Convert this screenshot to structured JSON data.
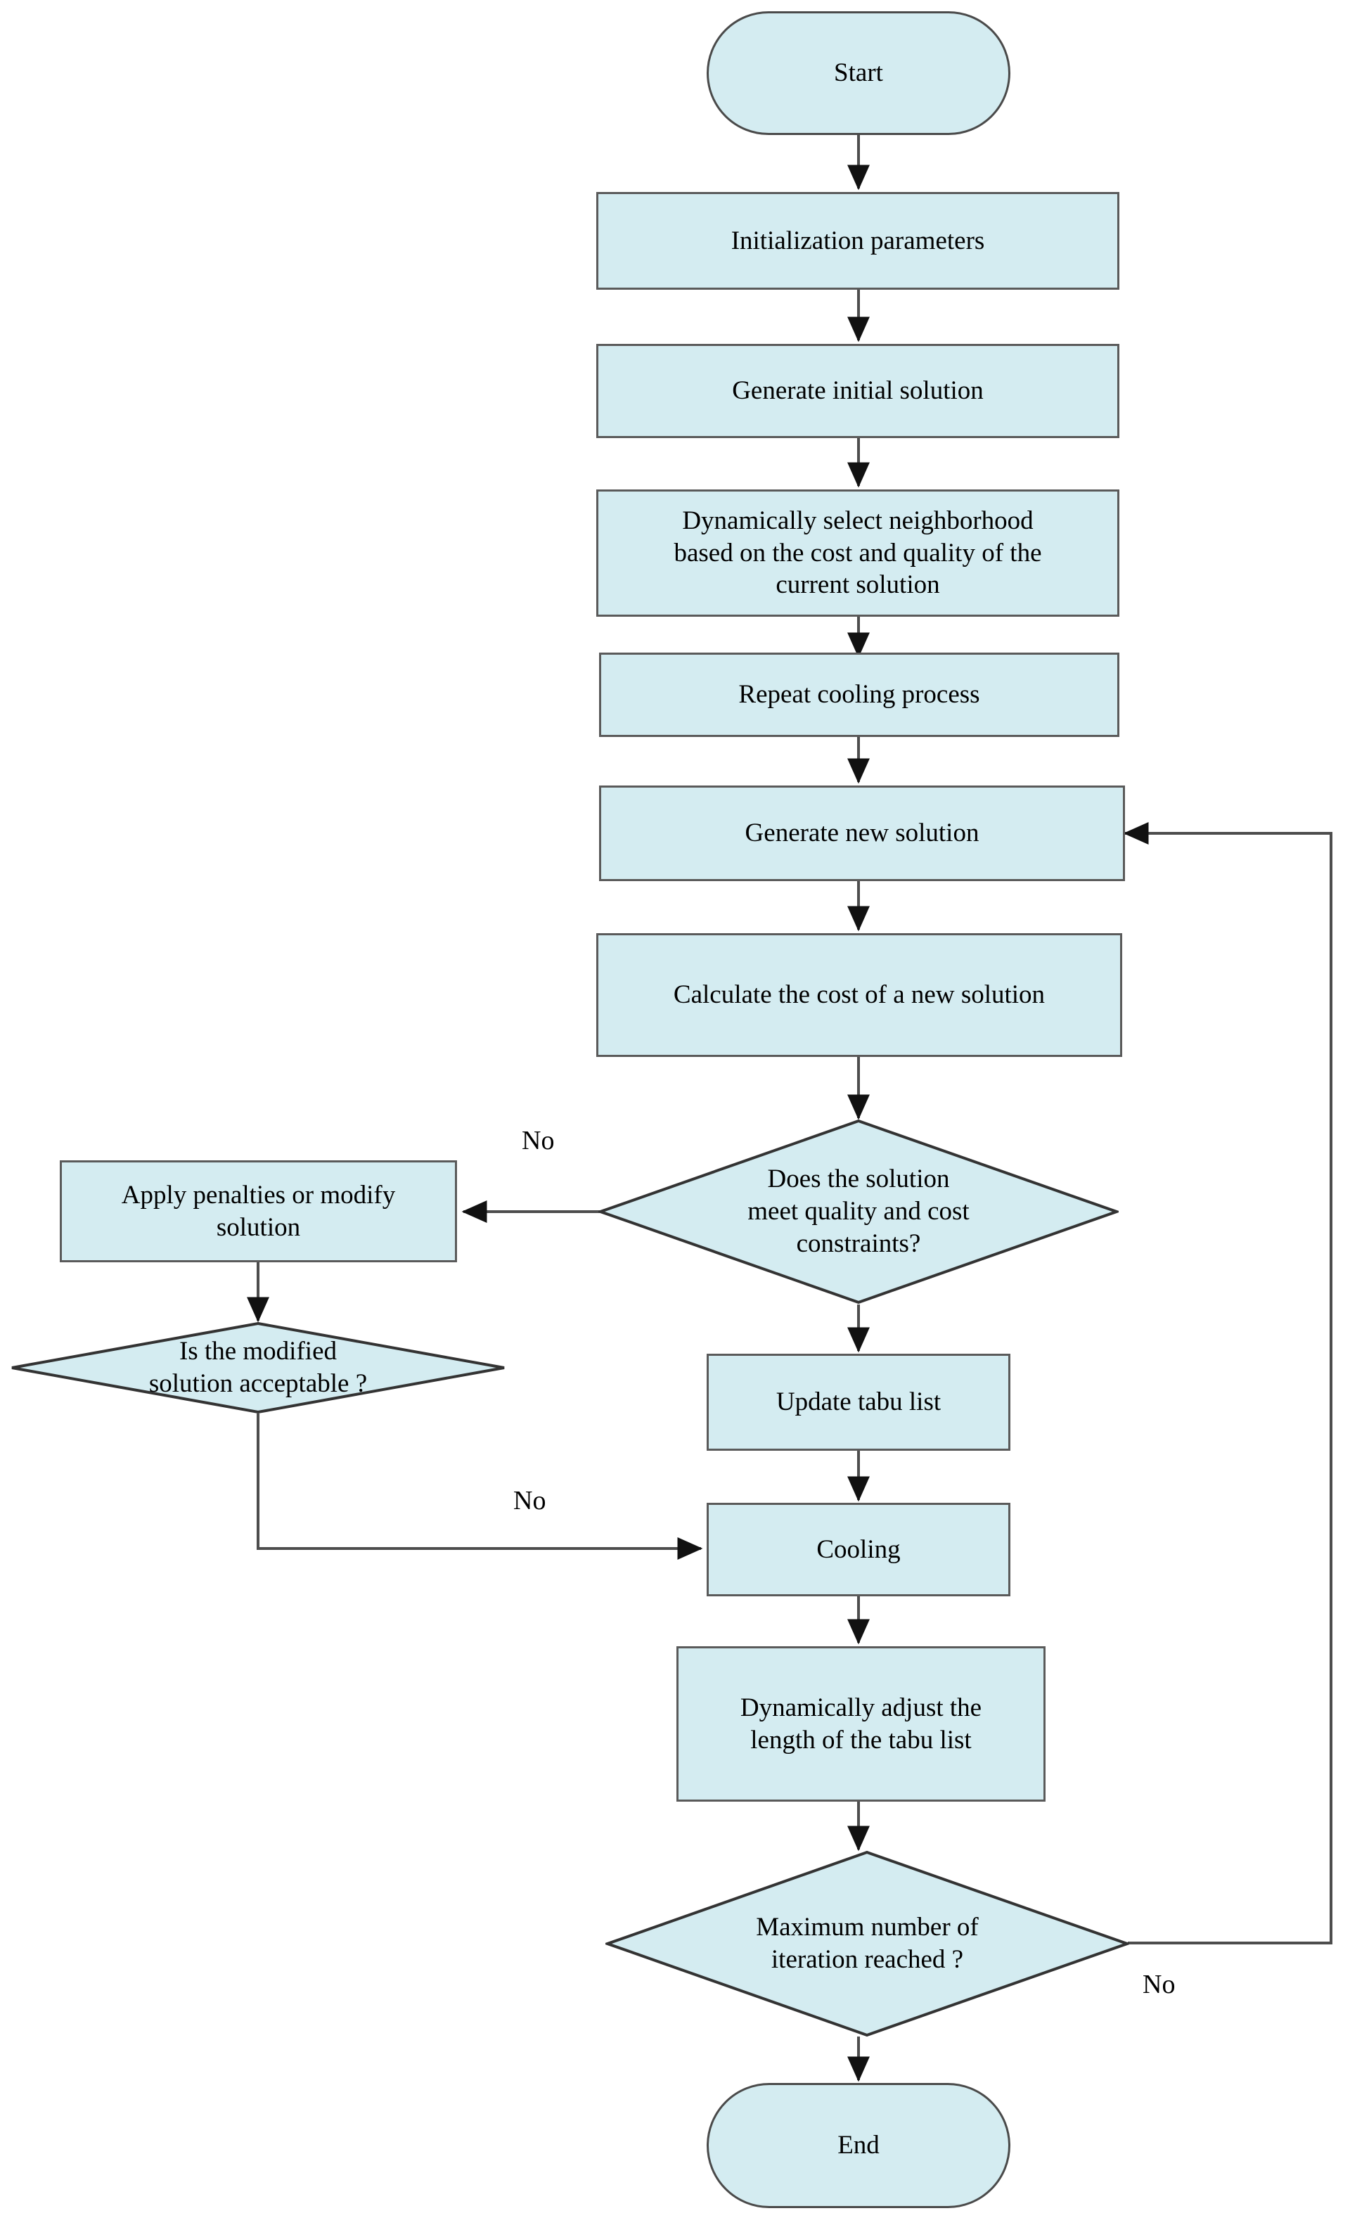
{
  "diagram": {
    "title": "Hybrid Simulated Annealing Tabu Search Flowchart",
    "colors": {
      "node_fill": "#d4ecf1",
      "node_stroke": "#5a5a5a",
      "edge_stroke": "#4d4d4d",
      "text": "#000000",
      "background": "#ffffff"
    },
    "nodes": [
      {
        "id": "start",
        "shape": "terminator",
        "label": "Start"
      },
      {
        "id": "init",
        "shape": "process",
        "label": "Initialization parameters"
      },
      {
        "id": "gen_init",
        "shape": "process",
        "label": "Generate initial solution"
      },
      {
        "id": "dyn_neigh",
        "shape": "process",
        "label": "Dynamically select neighborhood\nbased on the cost and quality of the\ncurrent solution"
      },
      {
        "id": "repeat_cool",
        "shape": "process",
        "label": "Repeat cooling process"
      },
      {
        "id": "gen_new",
        "shape": "process",
        "label": "Generate new solution"
      },
      {
        "id": "calc_cost",
        "shape": "process",
        "label": "Calculate the cost of a new solution"
      },
      {
        "id": "constraints",
        "shape": "decision",
        "label": "Does the solution\nmeet quality and cost\nconstraints?"
      },
      {
        "id": "penalties",
        "shape": "process",
        "label": "Apply penalties or modify\nsolution"
      },
      {
        "id": "modified_ok",
        "shape": "decision",
        "label": "Is the modified\nsolution acceptable ?"
      },
      {
        "id": "update_tabu",
        "shape": "process",
        "label": "Update tabu list"
      },
      {
        "id": "cooling",
        "shape": "process",
        "label": "Cooling"
      },
      {
        "id": "adjust_tabu",
        "shape": "process",
        "label": "Dynamically adjust the\nlength of the tabu list"
      },
      {
        "id": "max_iter",
        "shape": "decision",
        "label": "Maximum number of\niteration reached ?"
      },
      {
        "id": "end",
        "shape": "terminator",
        "label": "End"
      }
    ],
    "edge_labels": [
      {
        "id": "no_constraints",
        "label": "No"
      },
      {
        "id": "no_modified",
        "label": "No"
      },
      {
        "id": "no_max_iter",
        "label": "No"
      }
    ]
  }
}
